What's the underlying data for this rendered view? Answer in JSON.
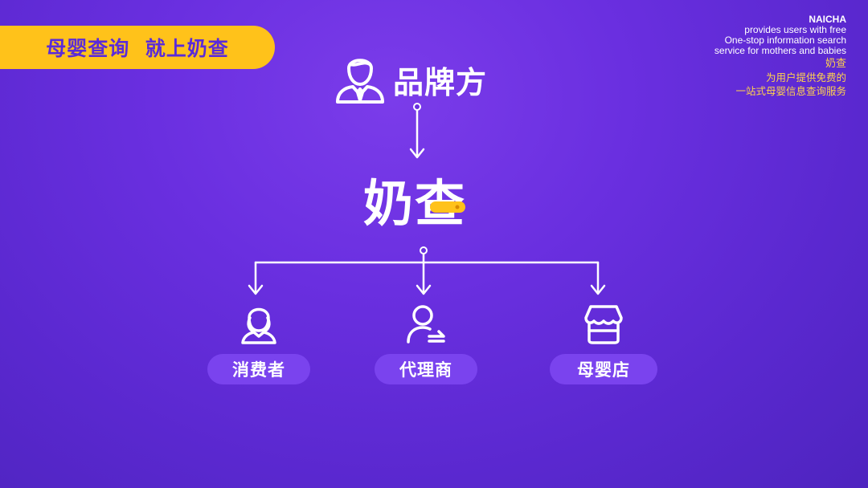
{
  "slogan": "母婴查询  就上奶查",
  "brand": {
    "en_name": "NAICHA",
    "en_line1": "provides users with free",
    "en_line2": "One-stop information search",
    "en_line3": "service for mothers and babies",
    "cn_name": "奶查",
    "cn_line1": "为用户提供免费的",
    "cn_line2": "一站式母婴信息查询服务"
  },
  "diagram": {
    "top": {
      "label": "品牌方",
      "icon": "business-person-icon"
    },
    "center": {
      "label": "奶查"
    },
    "children": [
      {
        "label": "消费者",
        "icon": "woman-user-icon"
      },
      {
        "label": "代理商",
        "icon": "user-transfer-icon"
      },
      {
        "label": "母婴店",
        "icon": "shop-icon"
      }
    ]
  },
  "colors": {
    "background": "#5e2ad6",
    "accent": "#ffc21a",
    "pill": "#7a43ee",
    "text": "#ffffff"
  }
}
